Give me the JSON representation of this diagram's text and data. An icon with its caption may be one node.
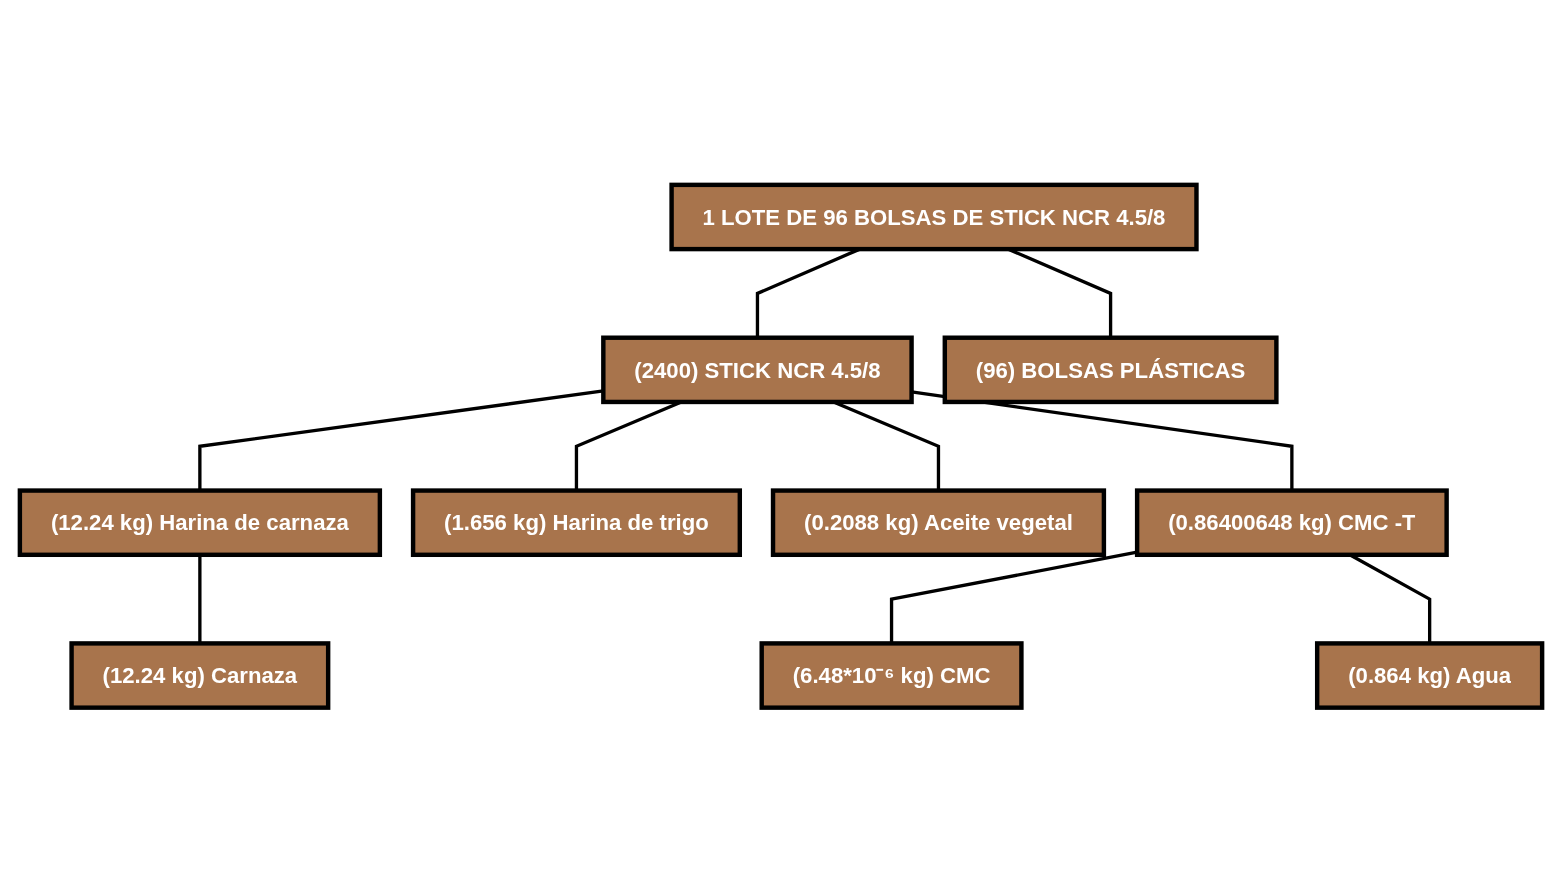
{
  "diagram": {
    "nodes": [
      {
        "text": [
          "1 LOTE DE 96 BOLSAS DE STICK NCR 4.5/8"
        ]
      },
      {
        "text": [
          "(2400) STICK NCR 4.5/8"
        ]
      },
      {
        "text": [
          "(96) BOLSAS PLÁSTICAS"
        ]
      },
      {
        "text": [
          "(12.24 kg) Harina de carnaza"
        ]
      },
      {
        "text": [
          "(1.656 kg) Harina de trigo"
        ]
      },
      {
        "text": [
          "(0.2088 kg) Aceite vegetal"
        ]
      },
      {
        "text": [
          "(0.86400648 kg) CMC -T"
        ]
      },
      {
        "text": [
          "(12.24 kg) Carnaza"
        ]
      },
      {
        "text": [
          "(6.48*10⁻⁶ kg) CMC"
        ]
      },
      {
        "text": [
          "(0.864 kg) Agua"
        ]
      }
    ],
    "edges": [
      {
        "from": 0,
        "to": 1,
        "arrow": "none"
      },
      {
        "from": 0,
        "to": 2,
        "arrow": "none"
      },
      {
        "from": 1,
        "to": 3,
        "arrow": "none"
      },
      {
        "from": 1,
        "to": 4,
        "arrow": "none"
      },
      {
        "from": 1,
        "to": 5,
        "arrow": "none"
      },
      {
        "from": 1,
        "to": 6,
        "arrow": "none"
      },
      {
        "from": 3,
        "to": 7,
        "arrow": "none"
      },
      {
        "from": 6,
        "to": 8,
        "arrow": "none"
      },
      {
        "from": 6,
        "to": 9,
        "arrow": "none"
      }
    ]
  }
}
